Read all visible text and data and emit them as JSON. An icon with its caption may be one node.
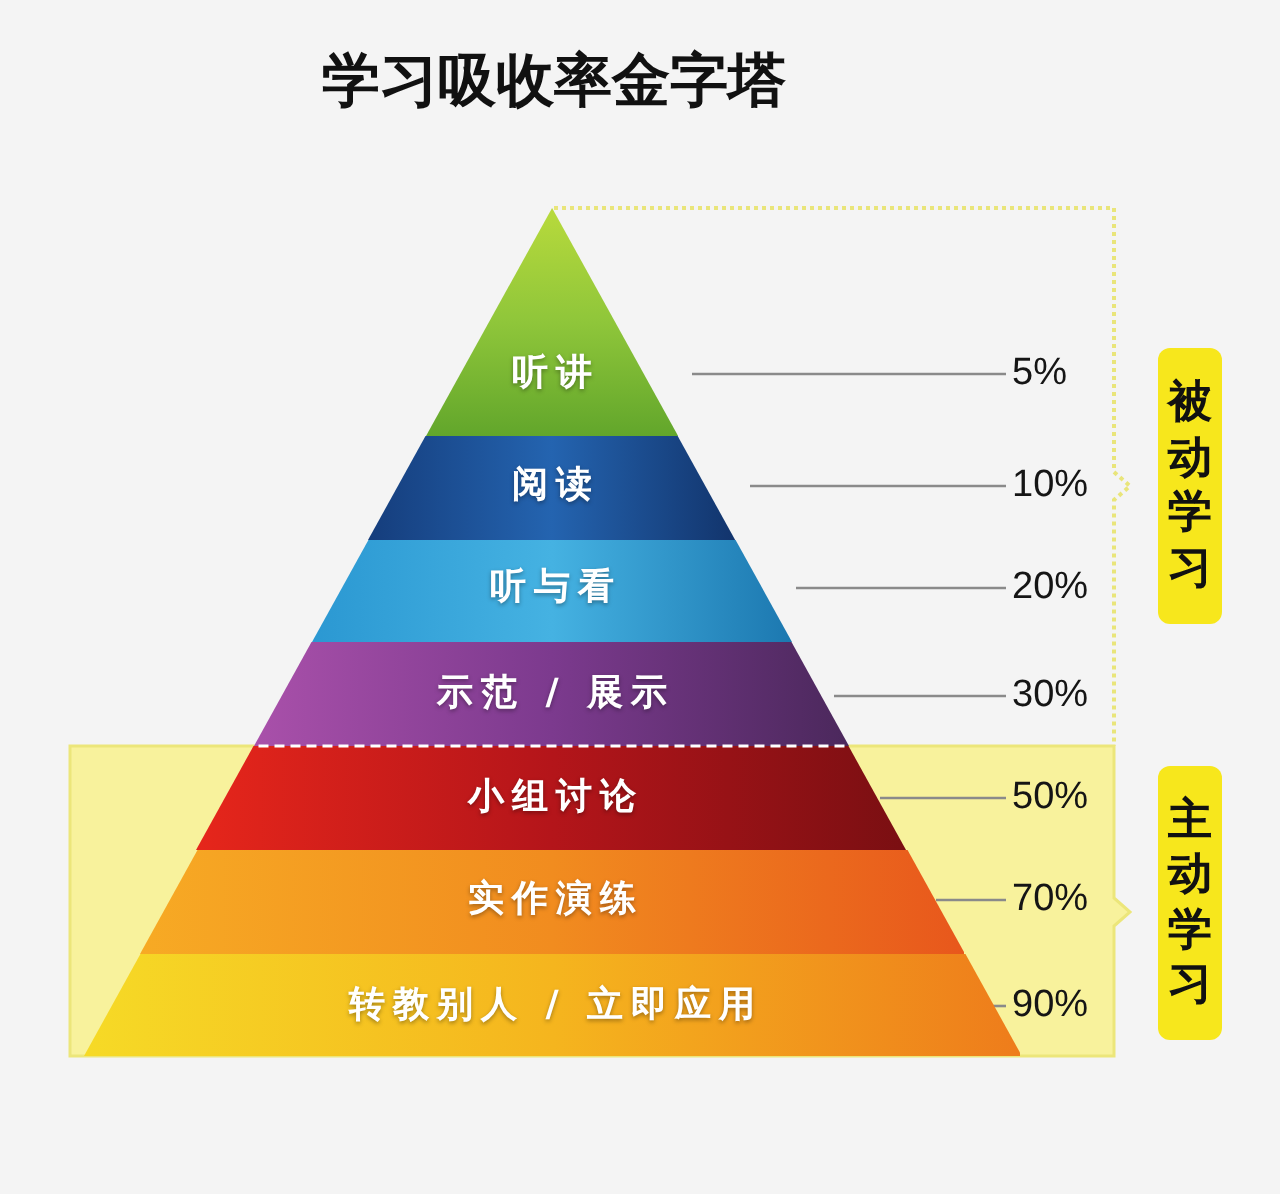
{
  "diagram": {
    "title": "学习吸收率金字塔",
    "nodes": [
      {
        "text": [
          "听讲"
        ]
      },
      {
        "text": [
          "阅读"
        ]
      },
      {
        "text": [
          "听与看"
        ]
      },
      {
        "text": [
          "示范 / 展示"
        ]
      },
      {
        "text": [
          "小组讨论"
        ]
      },
      {
        "text": [
          "实作演练"
        ]
      },
      {
        "text": [
          "转教别人 / 立即应用"
        ]
      },
      {
        "text": [
          "5%"
        ]
      },
      {
        "text": [
          "10%"
        ]
      },
      {
        "text": [
          "20%"
        ]
      },
      {
        "text": [
          "30%"
        ]
      },
      {
        "text": [
          "50%"
        ]
      },
      {
        "text": [
          "70%"
        ]
      },
      {
        "text": [
          "90%"
        ]
      },
      {
        "text": [
          "被动学习"
        ]
      },
      {
        "text": [
          "主动学习"
        ]
      }
    ],
    "edges": [
      {
        "from": 7,
        "to": 0,
        "arrow": "none"
      },
      {
        "from": 8,
        "to": 1,
        "arrow": "none"
      },
      {
        "from": 9,
        "to": 2,
        "arrow": "none"
      },
      {
        "from": 10,
        "to": 3,
        "arrow": "none"
      },
      {
        "from": 11,
        "to": 4,
        "arrow": "none"
      },
      {
        "from": 12,
        "to": 5,
        "arrow": "none"
      },
      {
        "from": 13,
        "to": 6,
        "arrow": "none"
      }
    ]
  }
}
